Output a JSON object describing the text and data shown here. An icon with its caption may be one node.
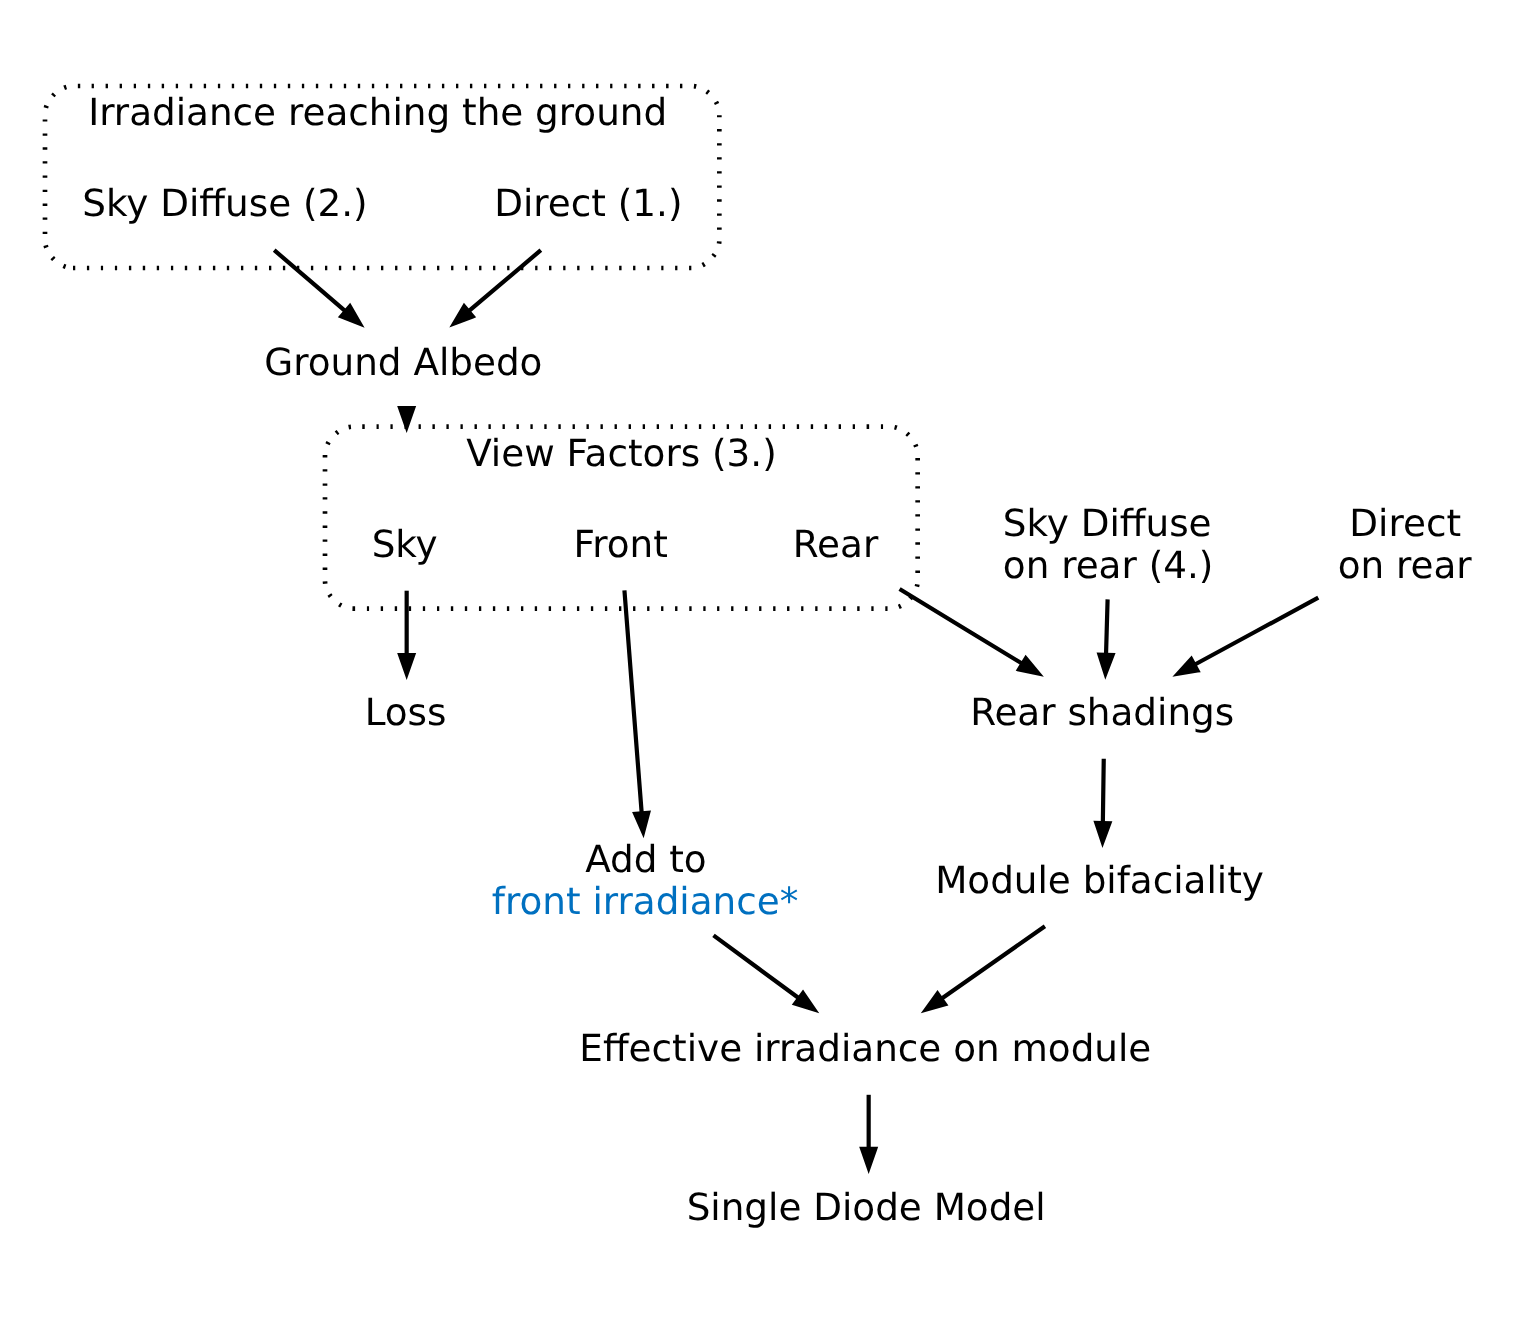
{
  "diagram": {
    "nodes": [
      {
        "text": [
          "Irradiance reaching the ground"
        ]
      },
      {
        "text": [
          "Direct (1.)"
        ],
        "in": 0
      },
      {
        "text": [
          "Sky Diffuse (2.)"
        ],
        "in": 0
      },
      {
        "text": [
          "Ground Albedo"
        ]
      },
      {
        "text": [
          "View Factors (3.)"
        ]
      },
      {
        "text": [
          "Sky"
        ],
        "in": 4
      },
      {
        "text": [
          "Front"
        ],
        "in": 4
      },
      {
        "text": [
          "Rear"
        ],
        "in": 4
      },
      {
        "text": [
          "Sky Diffuse on rear (4.)"
        ]
      },
      {
        "text": [
          "Direct on rear"
        ]
      },
      {
        "text": [
          "Loss"
        ]
      },
      {
        "text": [
          "Add to",
          "front irradiance*"
        ]
      },
      {
        "text": [
          "Rear shadings"
        ]
      },
      {
        "text": [
          "Module bifaciality"
        ]
      },
      {
        "text": [
          "Effective irradiance on module"
        ]
      },
      {
        "text": [
          "Single Diode Model"
        ]
      }
    ],
    "edges": [
      {
        "from": 1,
        "to": 3,
        "arrow": "to"
      },
      {
        "from": 2,
        "to": 3,
        "arrow": "to"
      },
      {
        "from": 3,
        "to": 4,
        "arrow": "to"
      },
      {
        "from": 5,
        "to": 10,
        "arrow": "to"
      },
      {
        "from": 6,
        "to": 11,
        "arrow": "to"
      },
      {
        "from": 7,
        "to": 12,
        "arrow": "to"
      },
      {
        "from": 8,
        "to": 12,
        "arrow": "to"
      },
      {
        "from": 9,
        "to": 12,
        "arrow": "to"
      },
      {
        "from": 12,
        "to": 13,
        "arrow": "to"
      },
      {
        "from": 11,
        "to": 14,
        "arrow": "to"
      },
      {
        "from": 13,
        "to": 14,
        "arrow": "to"
      },
      {
        "from": 14,
        "to": 15,
        "arrow": "to"
      }
    ]
  }
}
